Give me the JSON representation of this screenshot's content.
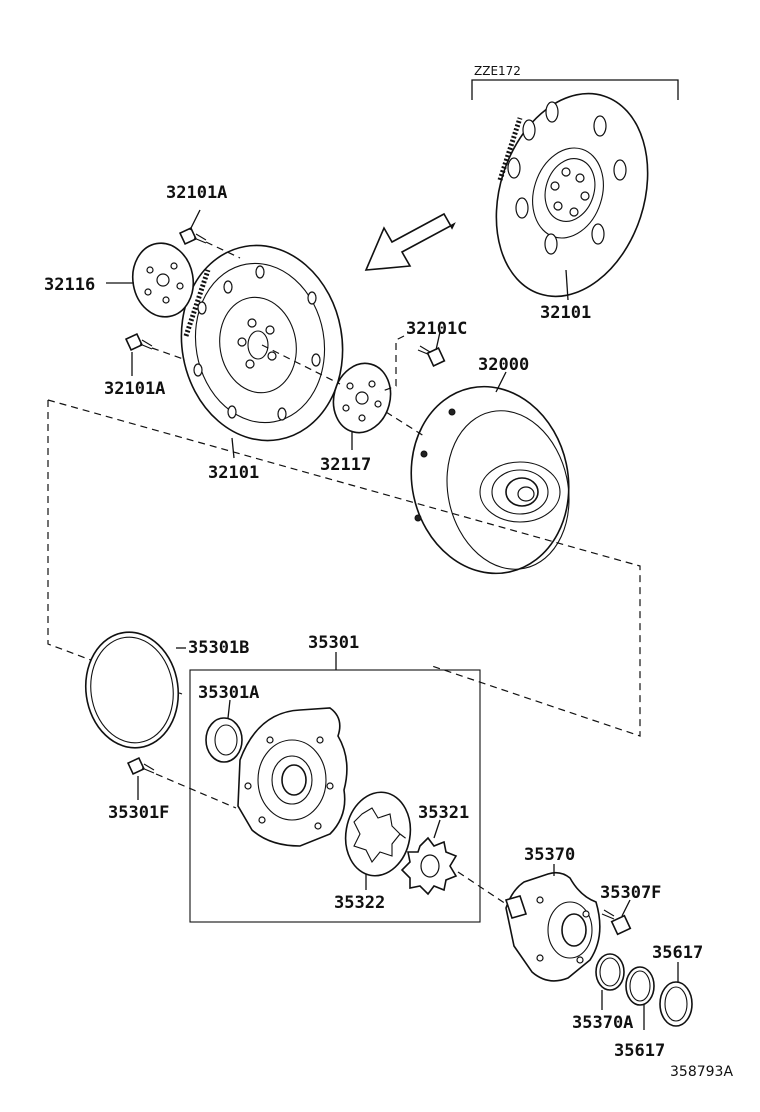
{
  "diagram": {
    "variant_label": "ZZE172",
    "parts": {
      "p32101_top": "32101",
      "p32101A_top": "32101A",
      "p32116": "32116",
      "p32101A_bottom": "32101A",
      "p32101C": "32101C",
      "p32000": "32000",
      "p32101_left": "32101",
      "p32117": "32117",
      "p35301": "35301",
      "p35301B": "35301B",
      "p35301A": "35301A",
      "p35301F": "35301F",
      "p35321": "35321",
      "p35322": "35322",
      "p35370": "35370",
      "p35307F": "35307F",
      "p35617_a": "35617",
      "p35370A": "35370A",
      "p35617_b": "35617"
    },
    "diagram_id": "358793A"
  }
}
